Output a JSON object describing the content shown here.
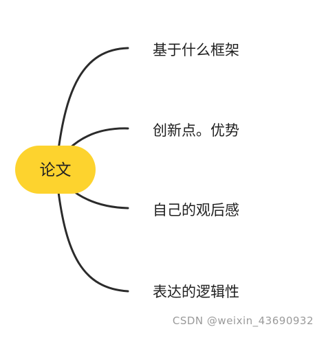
{
  "mindmap": {
    "root": {
      "label": "论文",
      "color": "#FDD32E"
    },
    "branches": [
      {
        "label": "基于什么框架"
      },
      {
        "label": "创新点。优势"
      },
      {
        "label": "自己的观后感"
      },
      {
        "label": "表达的逻辑性"
      }
    ],
    "line_color": "#2b2b2b"
  },
  "watermark": "CSDN @weixin_43690932"
}
